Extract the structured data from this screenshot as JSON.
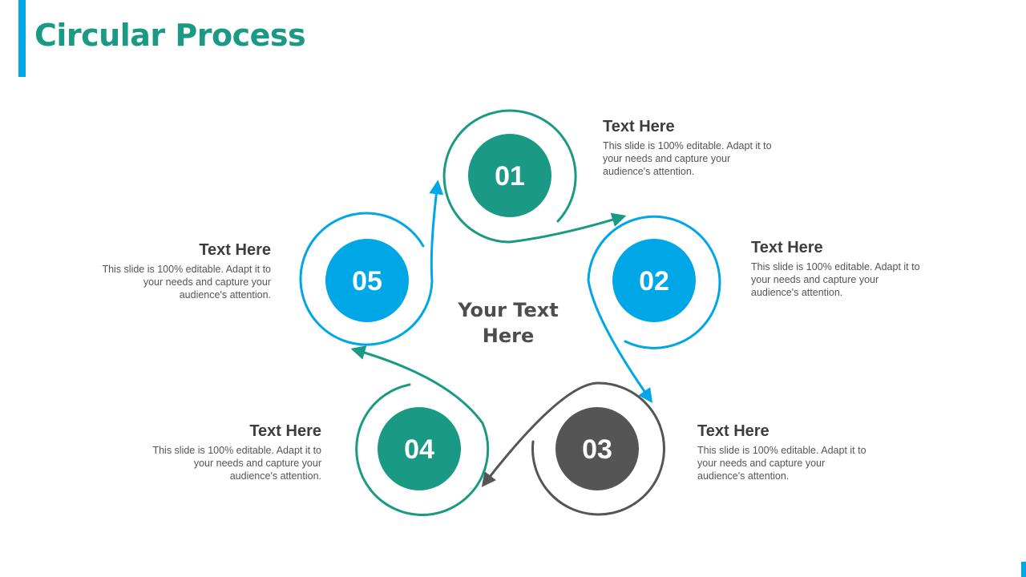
{
  "slide": {
    "title": "Circular Process",
    "center_text": [
      "Your Text",
      "Here"
    ]
  },
  "colors": {
    "teal": "#1a9a84",
    "blue": "#00a7e6",
    "dark_gray": "#555555",
    "title_accent": "#00a7e6"
  },
  "steps": [
    {
      "number": "01",
      "heading": "Text Here",
      "body": [
        "This slide is 100% editable. Adapt it to",
        "your needs and capture your",
        "audience's attention."
      ],
      "color": "#1a9a84"
    },
    {
      "number": "02",
      "heading": "Text Here",
      "body": [
        "This slide is 100% editable. Adapt it to",
        "your needs and capture your",
        "audience's attention."
      ],
      "color": "#00a7e6"
    },
    {
      "number": "03",
      "heading": "Text Here",
      "body": [
        "This slide is 100% editable. Adapt it to",
        "your needs and capture your",
        "audience's attention."
      ],
      "color": "#555555"
    },
    {
      "number": "04",
      "heading": "Text Here",
      "body": [
        "This slide is 100% editable. Adapt it to",
        "your needs and capture your",
        "audience's attention."
      ],
      "color": "#1a9a84"
    },
    {
      "number": "05",
      "heading": "Text Here",
      "body": [
        "This slide is 100% editable. Adapt it to",
        "your needs and capture your",
        "audience's attention."
      ],
      "color": "#00a7e6"
    }
  ]
}
